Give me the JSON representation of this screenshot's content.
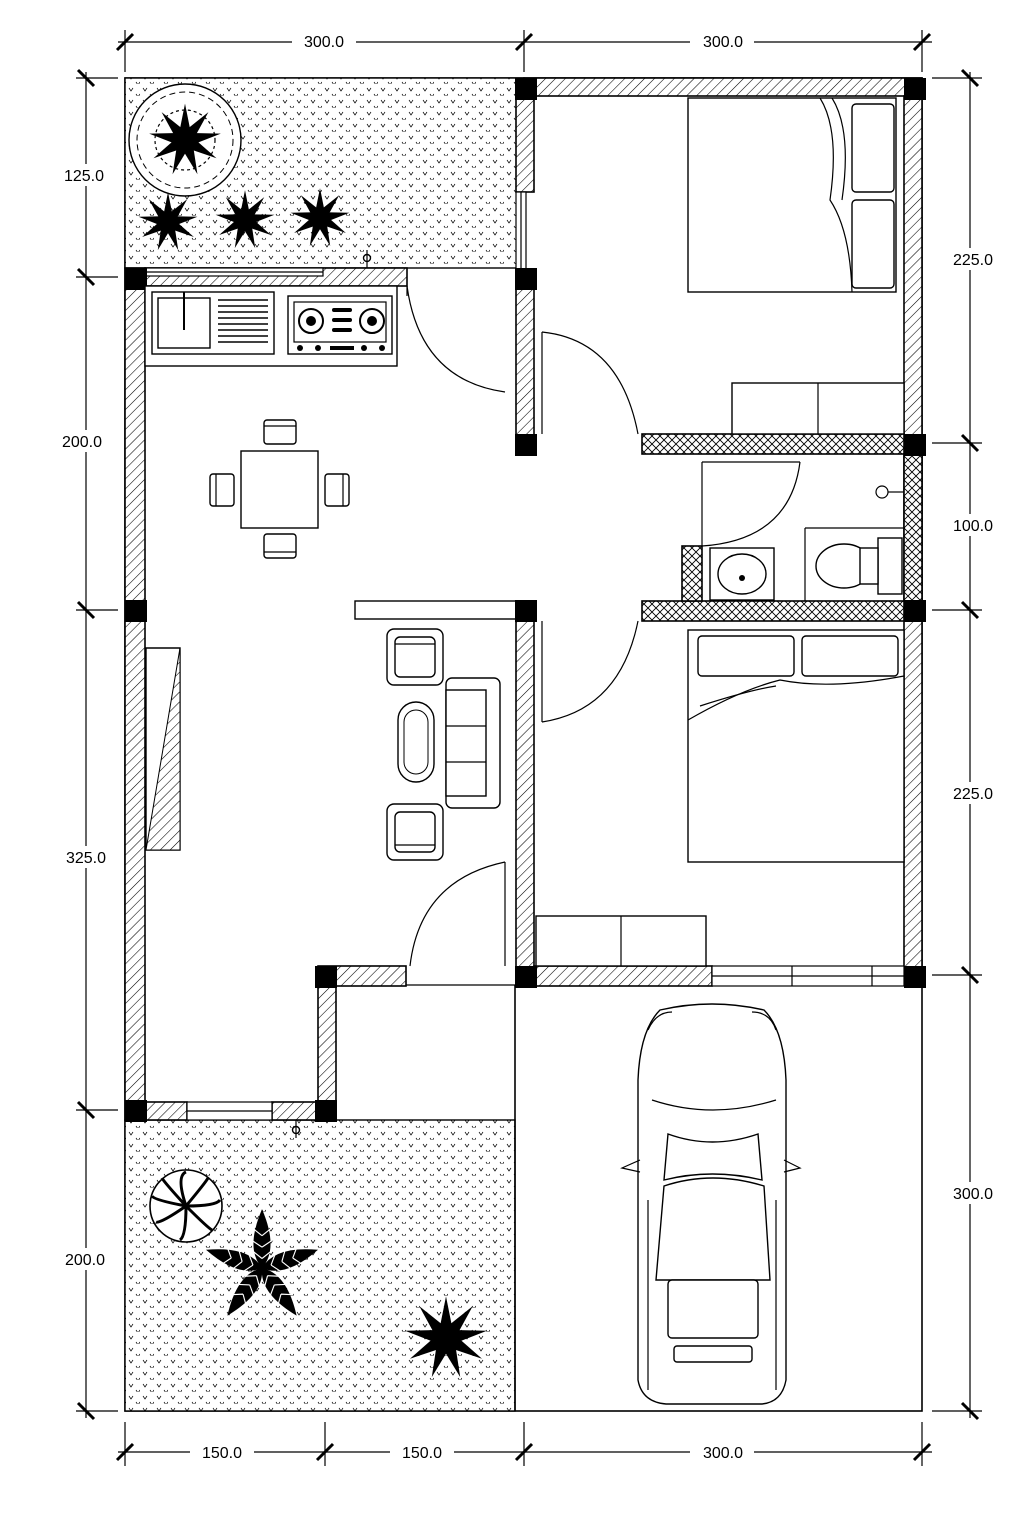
{
  "dimensions": {
    "top": [
      "300.0",
      "300.0"
    ],
    "bottom": [
      "150.0",
      "150.0",
      "300.0"
    ],
    "left": [
      "125.0",
      "200.0",
      "325.0",
      "200.0"
    ],
    "right": [
      "225.0",
      "100.0",
      "225.0",
      "300.0"
    ]
  },
  "colors": {
    "line": "#000000",
    "background": "#ffffff"
  },
  "icons": [
    "tree-icon",
    "shrub-icon",
    "palm-icon",
    "car-icon",
    "bed-icon",
    "toilet-icon",
    "sink-icon",
    "stove-icon",
    "dining-set-icon",
    "sofa-icon",
    "armchair-icon"
  ]
}
